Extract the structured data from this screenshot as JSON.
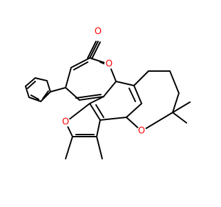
{
  "molecule": {
    "atoms": [
      {
        "id": "o_carbonyl",
        "element": "O",
        "label": "O",
        "color": "#ff0000"
      },
      {
        "id": "o_pyranone",
        "element": "O",
        "label": "O",
        "color": "#ff0000"
      },
      {
        "id": "o_pyran",
        "element": "O",
        "label": "O",
        "color": "#ff0000"
      },
      {
        "id": "o_furan",
        "element": "O",
        "label": "O",
        "color": "#ff0000"
      }
    ],
    "bond_color": "#000000"
  }
}
